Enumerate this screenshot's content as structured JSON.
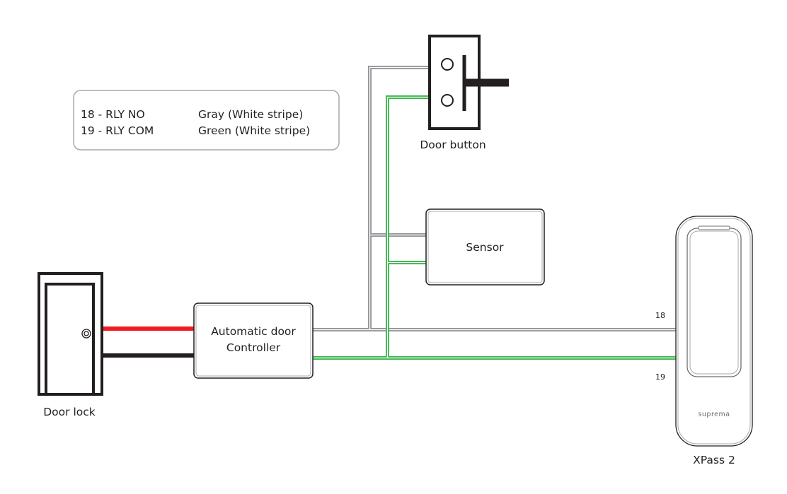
{
  "legend": {
    "rows": [
      {
        "terminal": "18 - RLY NO",
        "wire": "Gray (White stripe)"
      },
      {
        "terminal": "19 - RLY COM",
        "wire": "Green (White stripe)"
      }
    ]
  },
  "nodes": {
    "door_button": {
      "label": "Door button"
    },
    "sensor": {
      "label": "Sensor"
    },
    "door_lock": {
      "label": "Door lock"
    },
    "controller": {
      "label_line1": "Automatic door",
      "label_line2": "Controller"
    },
    "reader": {
      "label": "XPass 2",
      "brand": "suprema"
    }
  },
  "pins": {
    "rly_no": "18",
    "rly_com": "19"
  },
  "wire_colors": {
    "gray": "#939598",
    "green": "#39b54a",
    "red": "#ed1c24",
    "black": "#231f20"
  }
}
